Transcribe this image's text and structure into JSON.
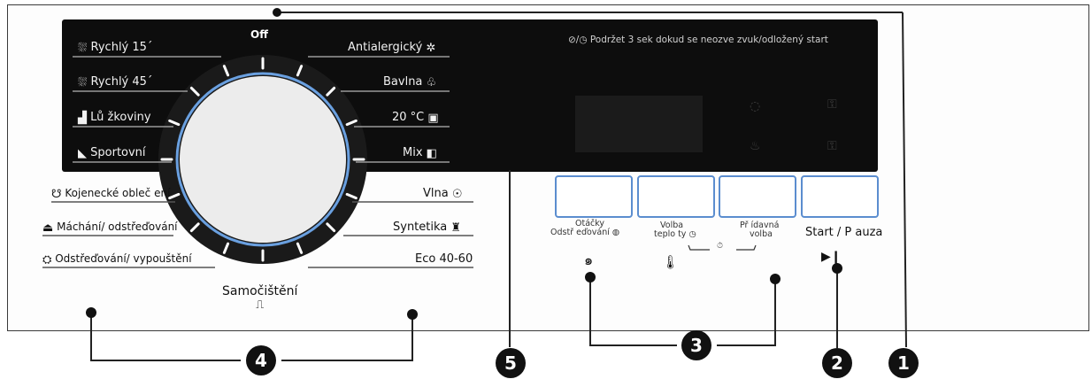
{
  "dial": {
    "off_label": "Off",
    "bottom_label": "Samočištění",
    "bottom_icon": "self-clean-icon"
  },
  "programs_left_panel": [
    {
      "label": "Rychlý 15´",
      "icon": "quick-wash-icon"
    },
    {
      "label": "Rychlý 45´",
      "icon": "quick-wash-icon"
    },
    {
      "label": "Lů    žkoviny",
      "icon": "bedding-icon"
    },
    {
      "label": "Sportovní",
      "icon": "shoe-icon"
    }
  ],
  "programs_right_panel": [
    {
      "label": "Antialergický",
      "icon": "allergy-icon"
    },
    {
      "label": "Bavlna",
      "icon": "cotton-icon"
    },
    {
      "label": "20 °C",
      "icon": "shirt-icon"
    },
    {
      "label": "Mix",
      "icon": "mix-icon"
    }
  ],
  "programs_left_lower": [
    {
      "label": "Kojenecké obleč      ení",
      "icon": "baby-icon"
    },
    {
      "label": "Máchání/ odstřeďování",
      "icon": "rinse-spin-icon"
    },
    {
      "label": "Odstřeďování/ vypouštění",
      "icon": "spin-drain-icon"
    }
  ],
  "programs_right_lower": [
    {
      "label": "Vlna",
      "icon": "wool-icon"
    },
    {
      "label": "Syntetika",
      "icon": "synthetic-icon"
    },
    {
      "label": "Eco 40-60",
      "icon": ""
    }
  ],
  "display": {
    "info_text": "Podržet 3 sek dokud se neozve zvuk/odložený start"
  },
  "buttons": {
    "spin_line1": "Otáčky",
    "spin_line2": "Odstř   eďování",
    "temp_line1": "Volba",
    "temp_line2": "teplo ty",
    "option_line1": "Př    ídavná",
    "option_line2": "volba",
    "start_label": "Start / P auza",
    "start_icon": "play-pause-icon"
  },
  "callouts": [
    "1",
    "2",
    "3",
    "4",
    "5"
  ]
}
